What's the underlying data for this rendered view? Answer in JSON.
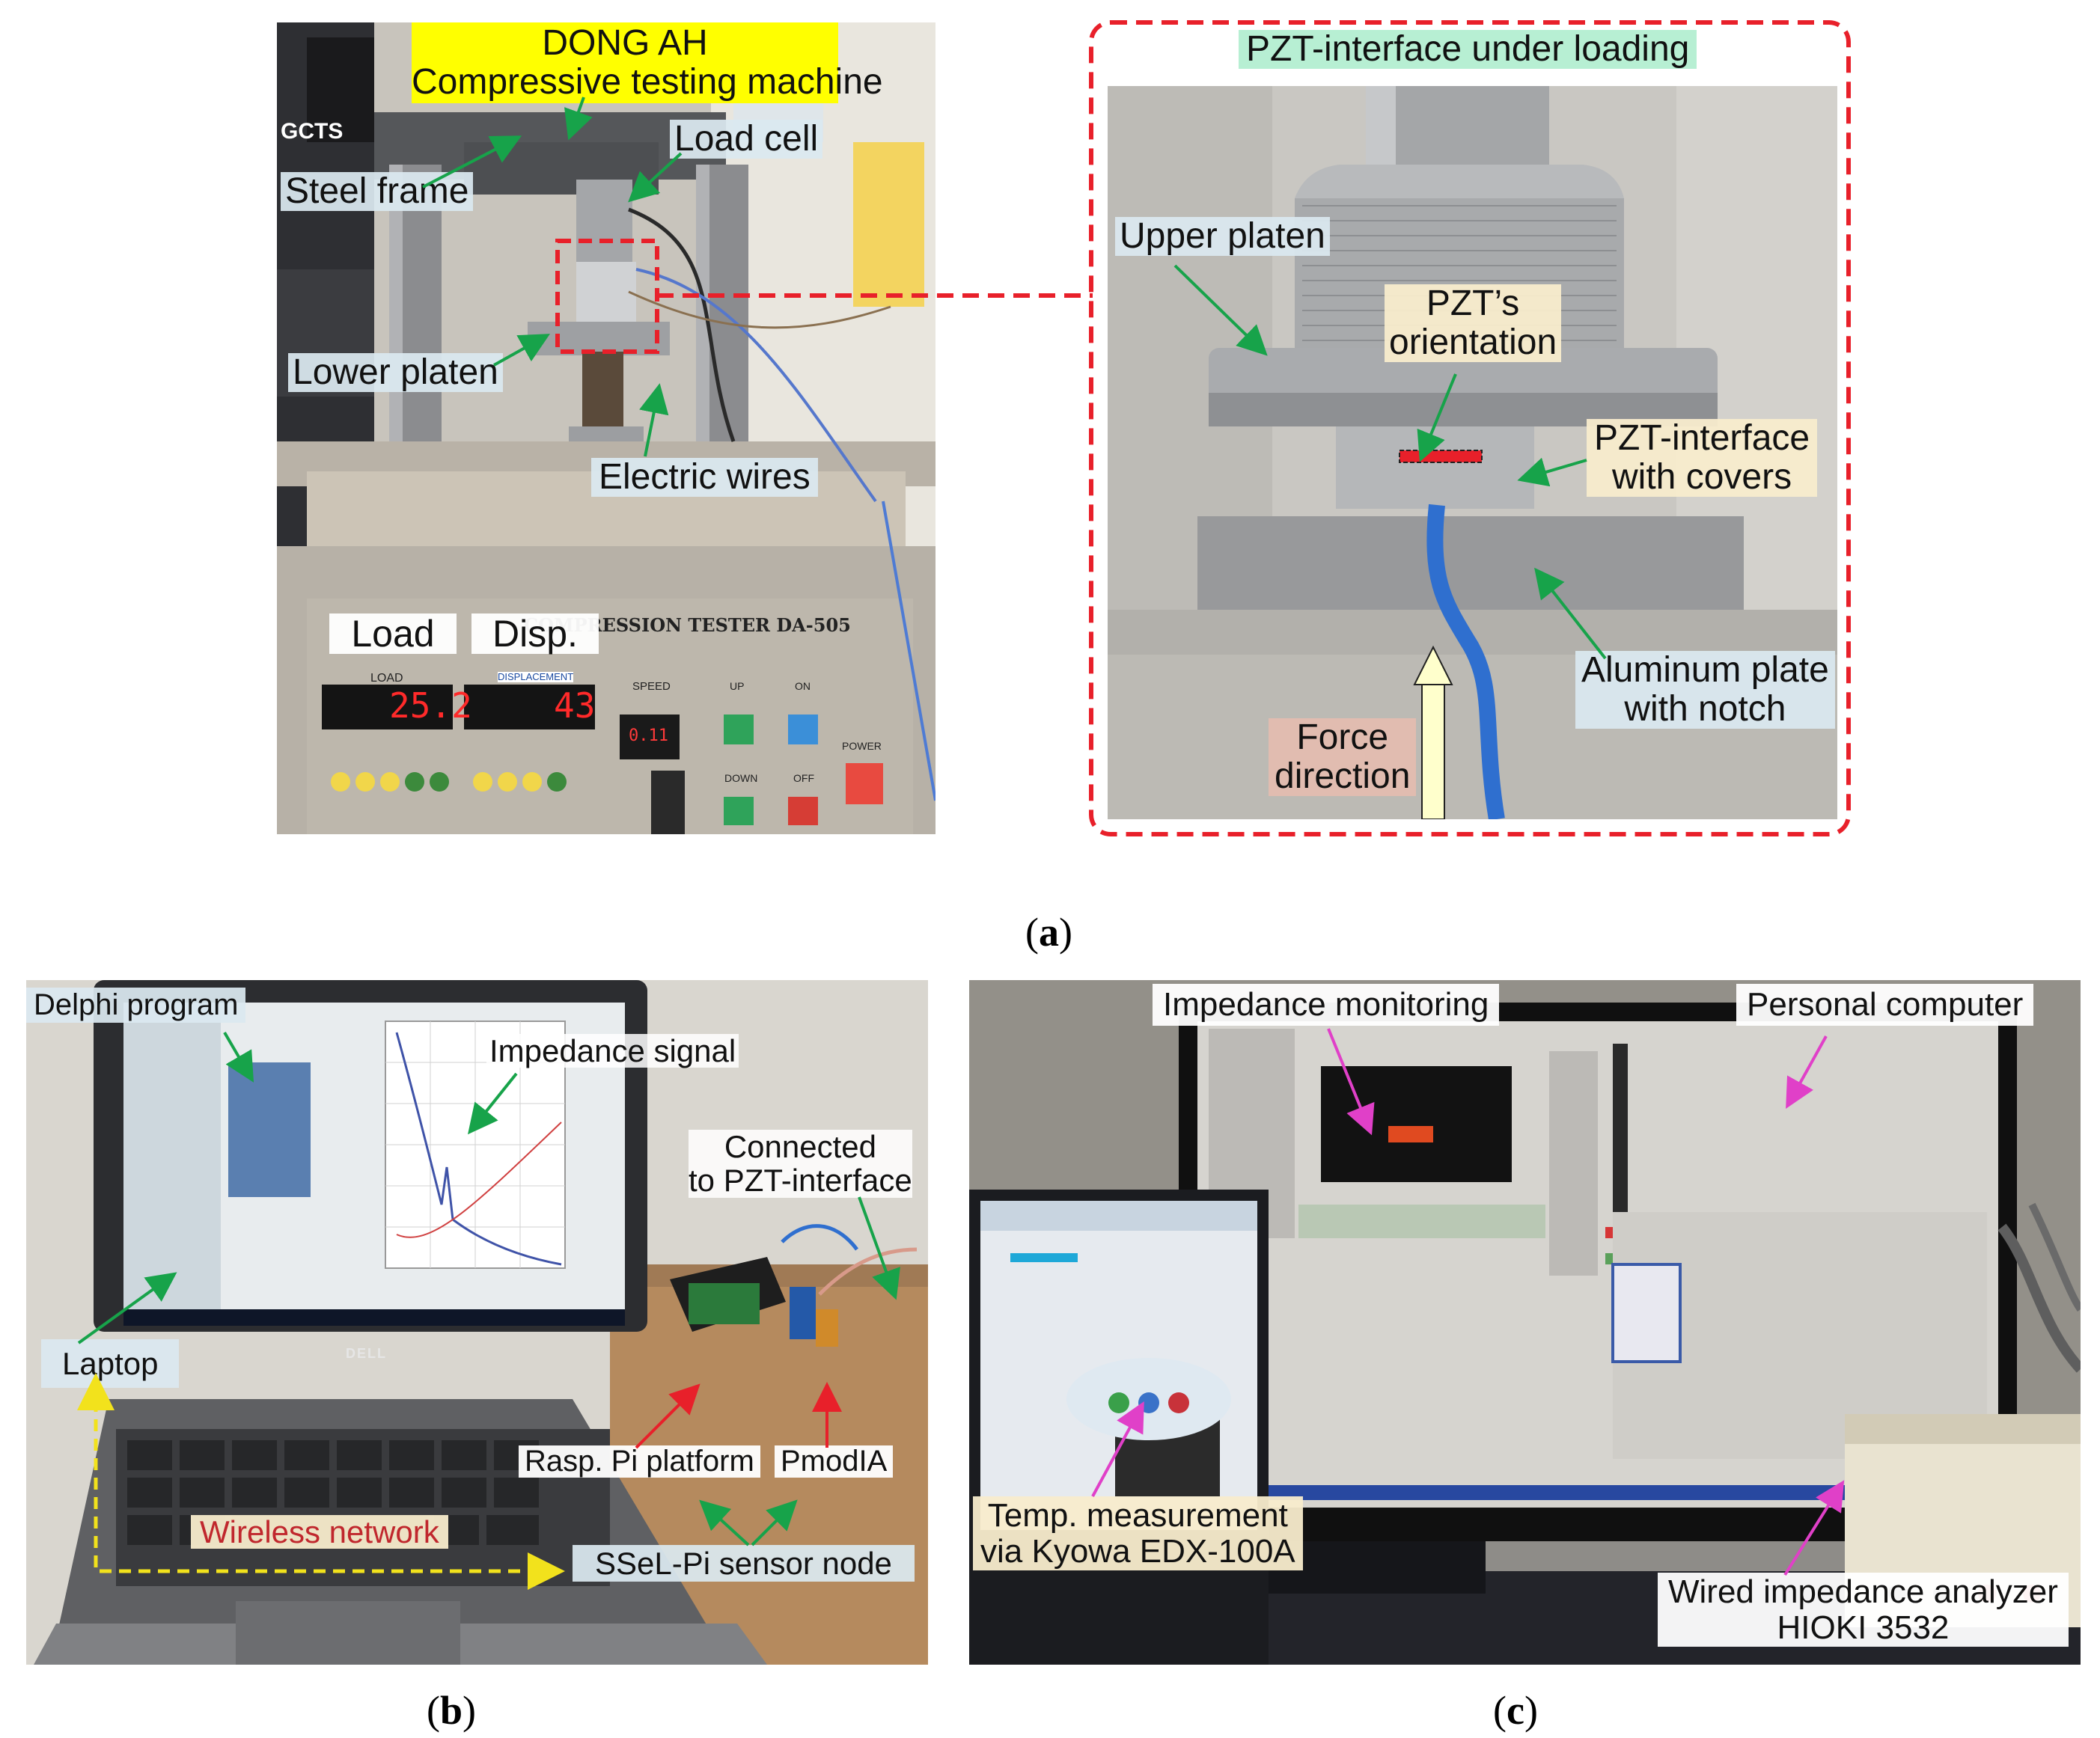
{
  "panel_a": {
    "machine_title": [
      "DONG AH",
      "Compressive testing machine"
    ],
    "steel_frame": "Steel frame",
    "load_cell": "Load cell",
    "lower_platen": "Lower platen",
    "electric_wires": "Electric wires",
    "load": "Load",
    "disp": "Disp.",
    "panel_header": "COMPRESSION TESTER   DA-505",
    "load_small": "LOAD",
    "displacement_small": "DISPLACEMENT",
    "speed_small": "SPEED",
    "load_reading": "25.2",
    "disp_reading": "43",
    "speed_reading": "0.11",
    "up": "UP",
    "on": "ON",
    "down": "DOWN",
    "off": "OFF",
    "power": "POWER",
    "brand": "GCTS",
    "zoom_title": "PZT-interface under loading",
    "upper_platen": "Upper platen",
    "pzt_orientation": [
      "PZT’s",
      "orientation"
    ],
    "pzt_interface": [
      "PZT-interface",
      "with covers"
    ],
    "aluminum_plate": [
      "Aluminum plate",
      "with notch"
    ],
    "force_direction": [
      "Force",
      "direction"
    ],
    "caption": "a"
  },
  "panel_b": {
    "delphi": "Delphi program",
    "impedance_signal": "Impedance signal",
    "connected": [
      "Connected",
      "to PZT-interface"
    ],
    "laptop": "Laptop",
    "rasp": "Rasp. Pi platform",
    "pmodia": "PmodIA",
    "wireless": "Wireless network",
    "sensor_node": "SSeL-Pi sensor node",
    "dell": "DELL",
    "caption": "b"
  },
  "panel_c": {
    "impedance_monitoring": "Impedance monitoring",
    "personal_computer": "Personal computer",
    "temp": [
      "Temp. measurement",
      "via Kyowa EDX-100A"
    ],
    "wired": [
      "Wired impedance analyzer",
      "HIOKI 3532"
    ],
    "caption": "c"
  },
  "colors": {
    "red_dashed": "#e8202a",
    "green_arrow": "#17a34a",
    "magenta_arrow": "#e040c8",
    "yellow_dashed": "#f2e21c",
    "wireless_text": "#c0272d"
  }
}
